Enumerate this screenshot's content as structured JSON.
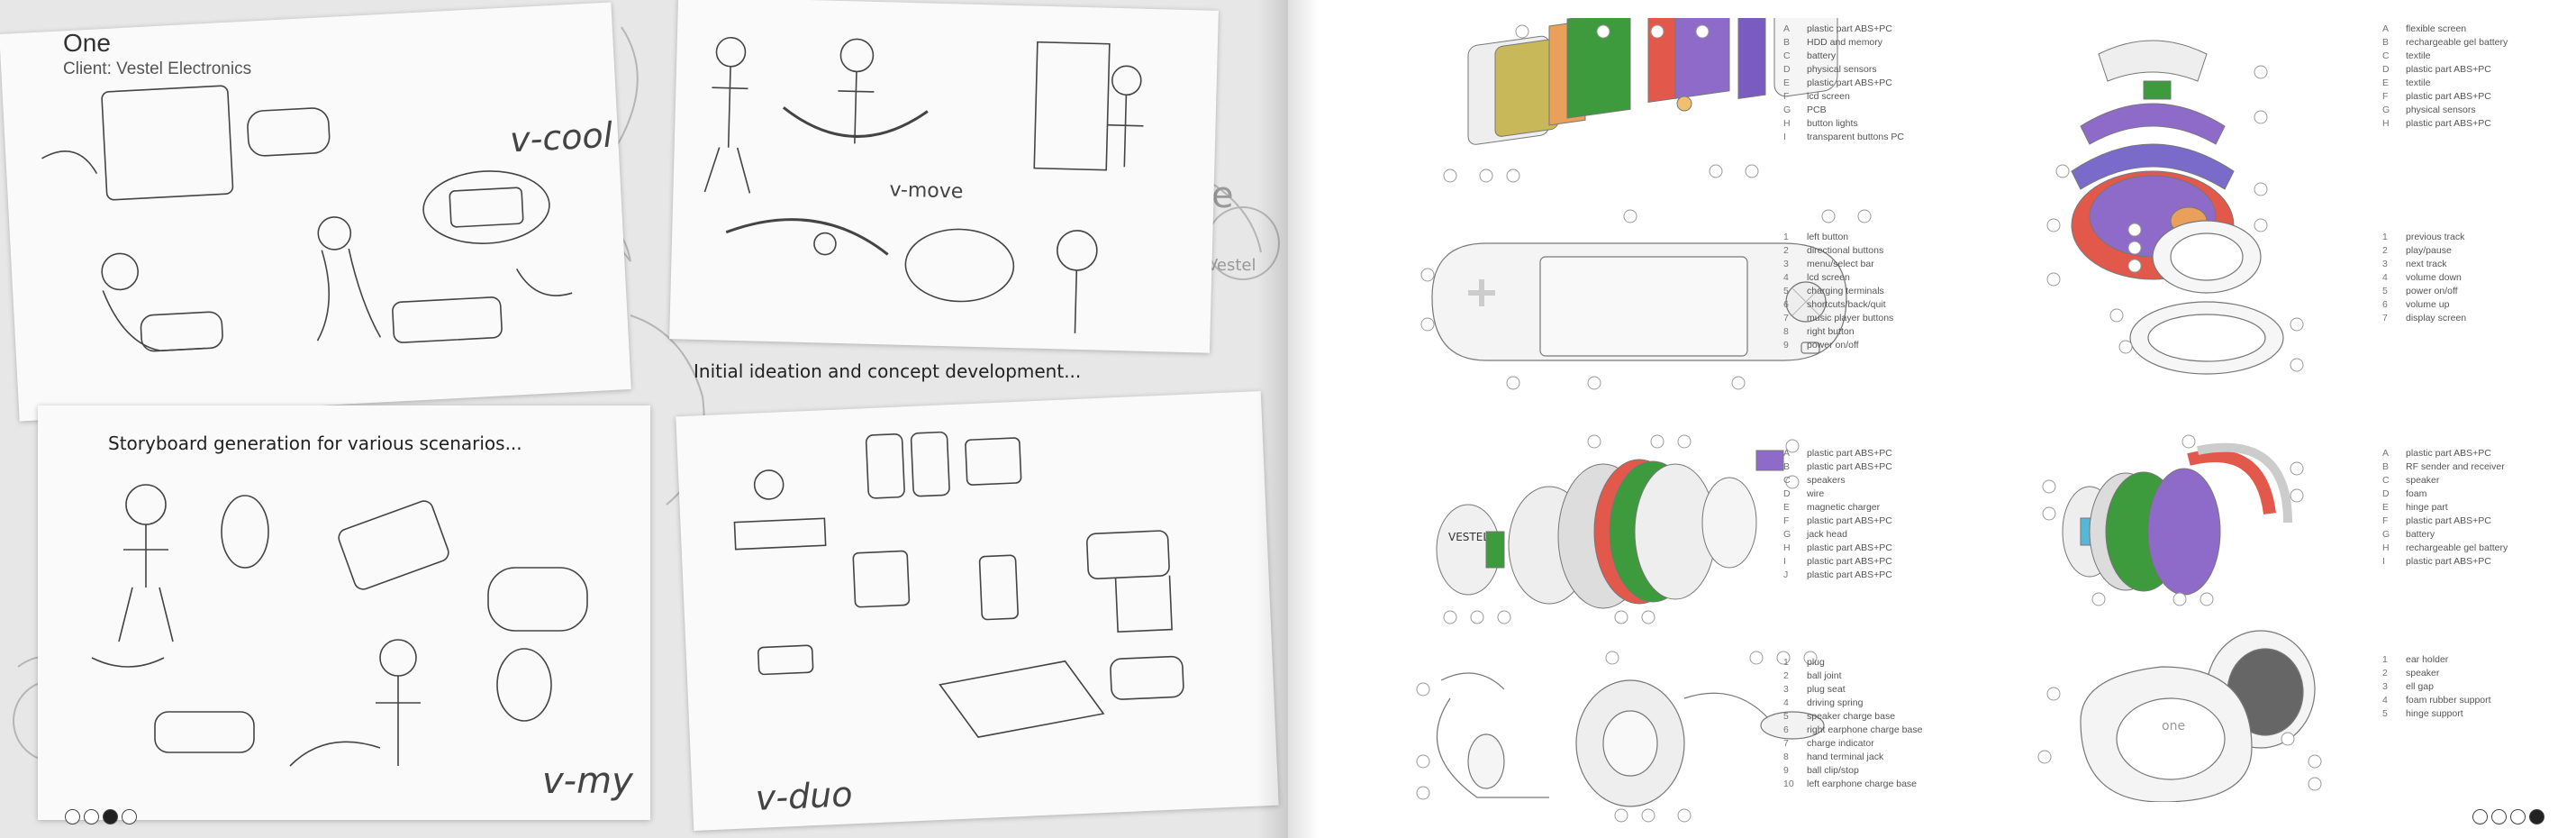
{
  "left": {
    "project_title": "One",
    "client": "Client: Vestel Electronics",
    "caption_top": "Initial ideation and concept development...",
    "caption_bottom": "Storyboard generation for various scenarios...",
    "sketch_labels": {
      "vcool": "v-cool",
      "vmove": "v-move",
      "vmy": "v-my",
      "vduo": "v-duo"
    },
    "page_dots": [
      false,
      false,
      true,
      false
    ]
  },
  "right": {
    "page_dots": [
      false,
      false,
      false,
      true
    ],
    "legend_handheld_parts": [
      {
        "k": "A",
        "t": "plastic part ABS+PC"
      },
      {
        "k": "B",
        "t": "HDD and memory"
      },
      {
        "k": "C",
        "t": "battery"
      },
      {
        "k": "D",
        "t": "physical sensors"
      },
      {
        "k": "E",
        "t": "plastic part ABS+PC"
      },
      {
        "k": "F",
        "t": "lcd screen"
      },
      {
        "k": "G",
        "t": "PCB"
      },
      {
        "k": "H",
        "t": "button lights"
      },
      {
        "k": "I",
        "t": "transparent buttons PC"
      }
    ],
    "legend_handheld_ui": [
      {
        "k": "1",
        "t": "left button"
      },
      {
        "k": "2",
        "t": "directional buttons"
      },
      {
        "k": "3",
        "t": "menu/select bar"
      },
      {
        "k": "4",
        "t": "lcd screen"
      },
      {
        "k": "5",
        "t": "charging terminals"
      },
      {
        "k": "6",
        "t": "shortcuts/back/quit"
      },
      {
        "k": "7",
        "t": "music player buttons"
      },
      {
        "k": "8",
        "t": "right button"
      },
      {
        "k": "9",
        "t": "power on/off"
      }
    ],
    "legend_bracelet_parts": [
      {
        "k": "A",
        "t": "flexible screen"
      },
      {
        "k": "B",
        "t": "rechargeable gel battery"
      },
      {
        "k": "C",
        "t": "textile"
      },
      {
        "k": "D",
        "t": "plastic part ABS+PC"
      },
      {
        "k": "E",
        "t": "textile"
      },
      {
        "k": "F",
        "t": "plastic part ABS+PC"
      },
      {
        "k": "G",
        "t": "physical sensors"
      },
      {
        "k": "H",
        "t": "plastic part ABS+PC"
      }
    ],
    "legend_bracelet_ui": [
      {
        "k": "1",
        "t": "previous track"
      },
      {
        "k": "2",
        "t": "play/pause"
      },
      {
        "k": "3",
        "t": "next track"
      },
      {
        "k": "4",
        "t": "volume down"
      },
      {
        "k": "5",
        "t": "power on/off"
      },
      {
        "k": "6",
        "t": "volume up"
      },
      {
        "k": "7",
        "t": "display screen"
      }
    ],
    "legend_speaker_parts": [
      {
        "k": "A",
        "t": "plastic part ABS+PC"
      },
      {
        "k": "B",
        "t": "plastic part ABS+PC"
      },
      {
        "k": "C",
        "t": "speakers"
      },
      {
        "k": "D",
        "t": "wire"
      },
      {
        "k": "E",
        "t": "magnetic charger"
      },
      {
        "k": "F",
        "t": "plastic part ABS+PC"
      },
      {
        "k": "G",
        "t": "jack head"
      },
      {
        "k": "H",
        "t": "plastic part ABS+PC"
      },
      {
        "k": "I",
        "t": "plastic part ABS+PC"
      },
      {
        "k": "J",
        "t": "plastic part ABS+PC"
      }
    ],
    "legend_speaker_ui": [
      {
        "k": "1",
        "t": "plug"
      },
      {
        "k": "2",
        "t": "ball joint"
      },
      {
        "k": "3",
        "t": "plug seat"
      },
      {
        "k": "4",
        "t": "driving spring"
      },
      {
        "k": "5",
        "t": "speaker charge base"
      },
      {
        "k": "6",
        "t": "right earphone charge base"
      },
      {
        "k": "7",
        "t": "charge indicator"
      },
      {
        "k": "8",
        "t": "hand terminal jack"
      },
      {
        "k": "9",
        "t": "ball clip/stop"
      },
      {
        "k": "10",
        "t": "left earphone charge base"
      }
    ],
    "legend_headphone_parts": [
      {
        "k": "A",
        "t": "plastic part ABS+PC"
      },
      {
        "k": "B",
        "t": "RF sender and receiver"
      },
      {
        "k": "C",
        "t": "speaker"
      },
      {
        "k": "D",
        "t": "foam"
      },
      {
        "k": "E",
        "t": "hinge part"
      },
      {
        "k": "F",
        "t": "plastic part ABS+PC"
      },
      {
        "k": "G",
        "t": "battery"
      },
      {
        "k": "H",
        "t": "rechargeable gel battery"
      },
      {
        "k": "I",
        "t": "plastic part ABS+PC"
      }
    ],
    "legend_headphone_ui": [
      {
        "k": "1",
        "t": "ear holder"
      },
      {
        "k": "2",
        "t": "speaker"
      },
      {
        "k": "3",
        "t": "ell gap"
      },
      {
        "k": "4",
        "t": "foam rubber support"
      },
      {
        "k": "5",
        "t": "hinge support"
      }
    ]
  },
  "colors": {
    "green": "#3d9a3d",
    "purple": "#8f6bc9",
    "yellow": "#c9b85a",
    "red": "#e2594b",
    "orange": "#e9a05a",
    "blue": "#57b7d8"
  }
}
